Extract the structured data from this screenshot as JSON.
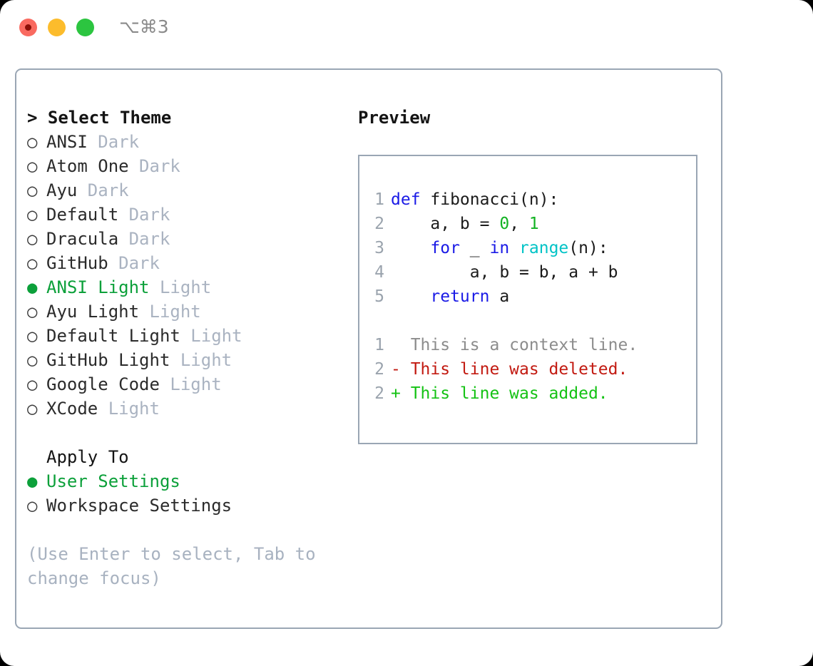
{
  "titlebar": {
    "shortcut": "⌥⌘3",
    "traffic_lights": [
      "close",
      "minimize",
      "maximize"
    ]
  },
  "theme_section": {
    "header": "> Select Theme",
    "items": [
      {
        "marker": "○",
        "name": "ANSI",
        "variant": "Dark",
        "selected": false
      },
      {
        "marker": "○",
        "name": "Atom One",
        "variant": "Dark",
        "selected": false
      },
      {
        "marker": "○",
        "name": "Ayu",
        "variant": "Dark",
        "selected": false
      },
      {
        "marker": "○",
        "name": "Default",
        "variant": "Dark",
        "selected": false
      },
      {
        "marker": "○",
        "name": "Dracula",
        "variant": "Dark",
        "selected": false
      },
      {
        "marker": "○",
        "name": "GitHub",
        "variant": "Dark",
        "selected": false
      },
      {
        "marker": "●",
        "name": "ANSI Light",
        "variant": "Light",
        "selected": true
      },
      {
        "marker": "○",
        "name": "Ayu Light",
        "variant": "Light",
        "selected": false
      },
      {
        "marker": "○",
        "name": "Default Light",
        "variant": "Light",
        "selected": false
      },
      {
        "marker": "○",
        "name": "GitHub Light",
        "variant": "Light",
        "selected": false
      },
      {
        "marker": "○",
        "name": "Google Code",
        "variant": "Light",
        "selected": false
      },
      {
        "marker": "○",
        "name": "XCode",
        "variant": "Light",
        "selected": false
      }
    ]
  },
  "apply_section": {
    "header": "Apply To",
    "items": [
      {
        "marker": "●",
        "name": "User Settings",
        "selected": true
      },
      {
        "marker": "○",
        "name": "Workspace Settings",
        "selected": false
      }
    ]
  },
  "hint": "(Use Enter to select, Tab to change focus)",
  "preview": {
    "title": "Preview",
    "code_lines": [
      {
        "n": "1",
        "tokens": [
          {
            "t": "def ",
            "c": "kw"
          },
          {
            "t": "fibonacci(n):",
            "c": "plain"
          }
        ]
      },
      {
        "n": "2",
        "tokens": [
          {
            "t": "    a, b = ",
            "c": "plain"
          },
          {
            "t": "0",
            "c": "num"
          },
          {
            "t": ", ",
            "c": "plain"
          },
          {
            "t": "1",
            "c": "num"
          }
        ]
      },
      {
        "n": "3",
        "tokens": [
          {
            "t": "    ",
            "c": "plain"
          },
          {
            "t": "for",
            "c": "kw"
          },
          {
            "t": " _ ",
            "c": "plain"
          },
          {
            "t": "in",
            "c": "kw"
          },
          {
            "t": " ",
            "c": "plain"
          },
          {
            "t": "range",
            "c": "fn"
          },
          {
            "t": "(n):",
            "c": "plain"
          }
        ]
      },
      {
        "n": "4",
        "tokens": [
          {
            "t": "        a, b = b, a + b",
            "c": "plain"
          }
        ]
      },
      {
        "n": "5",
        "tokens": [
          {
            "t": "    ",
            "c": "plain"
          },
          {
            "t": "return",
            "c": "kw"
          },
          {
            "t": " a",
            "c": "plain"
          }
        ]
      }
    ],
    "diff_lines": [
      {
        "n": "1",
        "text": "  This is a context line.",
        "kind": "d-ctx"
      },
      {
        "n": "2",
        "text": "- This line was deleted.",
        "kind": "d-del"
      },
      {
        "n": "2",
        "text": "+ This line was added.",
        "kind": "d-add"
      }
    ]
  },
  "colors": {
    "accent_green": "#0ca03a",
    "muted": "#aab3c1",
    "border": "#9aa6b4",
    "keyword": "#1a1ae6",
    "number": "#12b222",
    "builtin": "#00c3c6",
    "diff_deleted": "#c21a11",
    "diff_added": "#14c214",
    "traffic_close": "#f96a60",
    "traffic_min": "#fcbc2c",
    "traffic_max": "#2cc540"
  }
}
